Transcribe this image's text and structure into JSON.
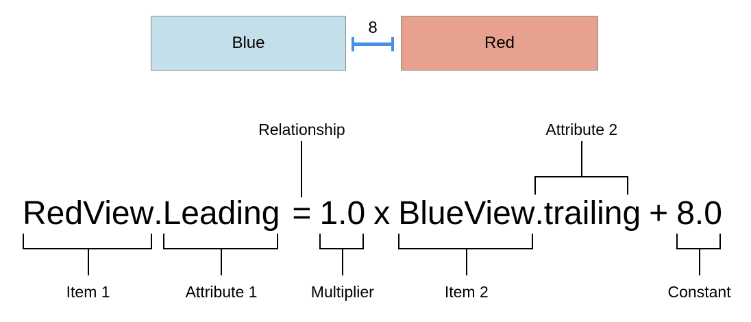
{
  "diagram": {
    "blue_box": {
      "label": "Blue"
    },
    "red_box": {
      "label": "Red"
    },
    "spacing_value": "8"
  },
  "equation": {
    "item1": "RedView",
    "dot1": ".",
    "attribute1": "Leading",
    "relation": "=",
    "multiplier": "1.0",
    "times": "x",
    "item2": "BlueView",
    "attribute2": ".trailing",
    "plus": "+",
    "constant": "8.0"
  },
  "labels": {
    "item1": "Item 1",
    "attribute1": "Attribute 1",
    "relationship": "Relationship",
    "multiplier": "Multiplier",
    "item2": "Item 2",
    "attribute2": "Attribute 2",
    "constant": "Constant"
  },
  "colors": {
    "blue_box_fill": "#c3dfe9",
    "red_box_fill": "#e8a18e",
    "box_border": "#8a8a8a",
    "spacing_indicator_blue": "#4a90e2",
    "line_and_text": "#000000",
    "background": "#ffffff"
  }
}
